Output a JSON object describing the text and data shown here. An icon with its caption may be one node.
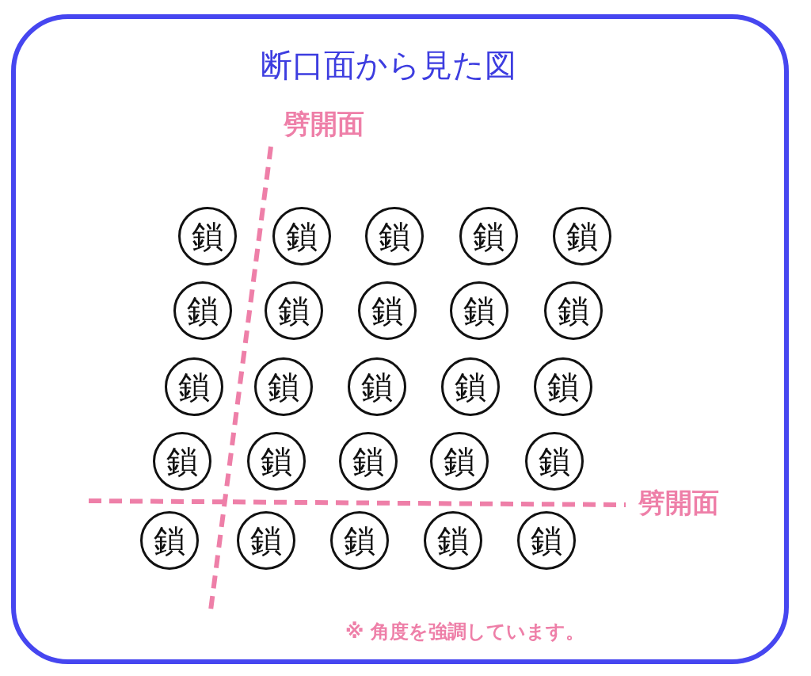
{
  "diagram": {
    "title": "断口面から見た図",
    "nodes": [
      {
        "text": [
          "鎖"
        ]
      },
      {
        "text": [
          "鎖"
        ]
      },
      {
        "text": [
          "鎖"
        ]
      },
      {
        "text": [
          "鎖"
        ]
      },
      {
        "text": [
          "鎖"
        ]
      },
      {
        "text": [
          "鎖"
        ]
      },
      {
        "text": [
          "鎖"
        ]
      },
      {
        "text": [
          "鎖"
        ]
      },
      {
        "text": [
          "鎖"
        ]
      },
      {
        "text": [
          "鎖"
        ]
      },
      {
        "text": [
          "鎖"
        ]
      },
      {
        "text": [
          "鎖"
        ]
      },
      {
        "text": [
          "鎖"
        ]
      },
      {
        "text": [
          "鎖"
        ]
      },
      {
        "text": [
          "鎖"
        ]
      },
      {
        "text": [
          "鎖"
        ]
      },
      {
        "text": [
          "鎖"
        ]
      },
      {
        "text": [
          "鎖"
        ]
      },
      {
        "text": [
          "鎖"
        ]
      },
      {
        "text": [
          "鎖"
        ]
      },
      {
        "text": [
          "鎖"
        ]
      },
      {
        "text": [
          "鎖"
        ]
      },
      {
        "text": [
          "鎖"
        ]
      },
      {
        "text": [
          "鎖"
        ]
      },
      {
        "text": [
          "鎖"
        ]
      }
    ],
    "labels": [
      "劈開面",
      "劈開面",
      "※ 角度を強調しています。"
    ]
  }
}
